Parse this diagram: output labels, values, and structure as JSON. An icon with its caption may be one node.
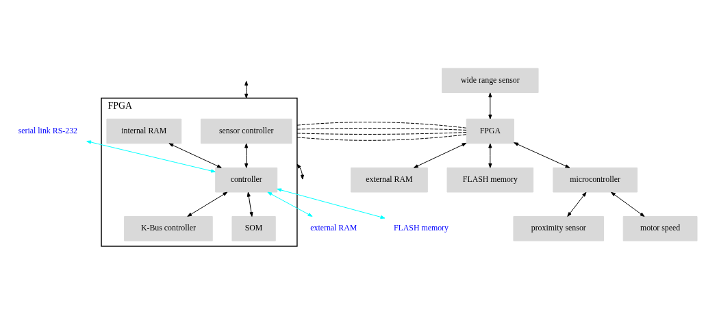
{
  "diagram": {
    "nodes": [
      {
        "text": [
          "FPGA"
        ]
      },
      {
        "text": [
          "sensor controller"
        ],
        "in": 0
      },
      {
        "text": [
          "internal RAM"
        ],
        "in": 0
      },
      {
        "text": [
          "controller"
        ],
        "in": 0
      },
      {
        "text": [
          "K-Bus controller"
        ],
        "in": 0
      },
      {
        "text": [
          "SOM"
        ],
        "in": 0
      },
      {
        "text": [
          "serial link RS-232"
        ]
      },
      {
        "text": [
          "external RAM"
        ]
      },
      {
        "text": [
          "FLASH memory"
        ]
      },
      {
        "text": [
          "wide range sensor"
        ]
      },
      {
        "text": [
          "FPGA"
        ]
      },
      {
        "text": [
          "external RAM"
        ]
      },
      {
        "text": [
          "FLASH memory"
        ]
      },
      {
        "text": [
          "microcontroller"
        ]
      },
      {
        "text": [
          "proximity sensor"
        ]
      },
      {
        "text": [
          "motor speed"
        ]
      }
    ],
    "edges": [
      {
        "from": null,
        "to": 0,
        "arrow": "both"
      },
      {
        "from": 1,
        "to": 3,
        "arrow": "both"
      },
      {
        "from": 2,
        "to": 3,
        "arrow": "both"
      },
      {
        "from": 6,
        "to": 3,
        "arrow": "both",
        "color": "#00ffff"
      },
      {
        "from": 3,
        "to": 7,
        "arrow": "both",
        "color": "#00ffff"
      },
      {
        "from": 3,
        "to": 8,
        "arrow": "both",
        "color": "#00ffff"
      },
      {
        "from": 3,
        "to": 4,
        "arrow": "both"
      },
      {
        "from": 3,
        "to": 5,
        "arrow": "both"
      },
      {
        "from": 0,
        "to": null,
        "arrow": "both"
      },
      {
        "from": 0,
        "to": 10,
        "arrow": "none",
        "style": "dashed"
      },
      {
        "from": 0,
        "to": 10,
        "arrow": "none",
        "style": "dashed"
      },
      {
        "from": 0,
        "to": 10,
        "arrow": "none",
        "style": "dashed"
      },
      {
        "from": 0,
        "to": 10,
        "arrow": "none",
        "style": "dashed"
      },
      {
        "from": 9,
        "to": 10,
        "arrow": "both"
      },
      {
        "from": 10,
        "to": 11,
        "arrow": "both"
      },
      {
        "from": 10,
        "to": 12,
        "arrow": "both"
      },
      {
        "from": 10,
        "to": 13,
        "arrow": "both"
      },
      {
        "from": 13,
        "to": 14,
        "arrow": "both"
      },
      {
        "from": 13,
        "to": 15,
        "arrow": "both"
      }
    ]
  }
}
